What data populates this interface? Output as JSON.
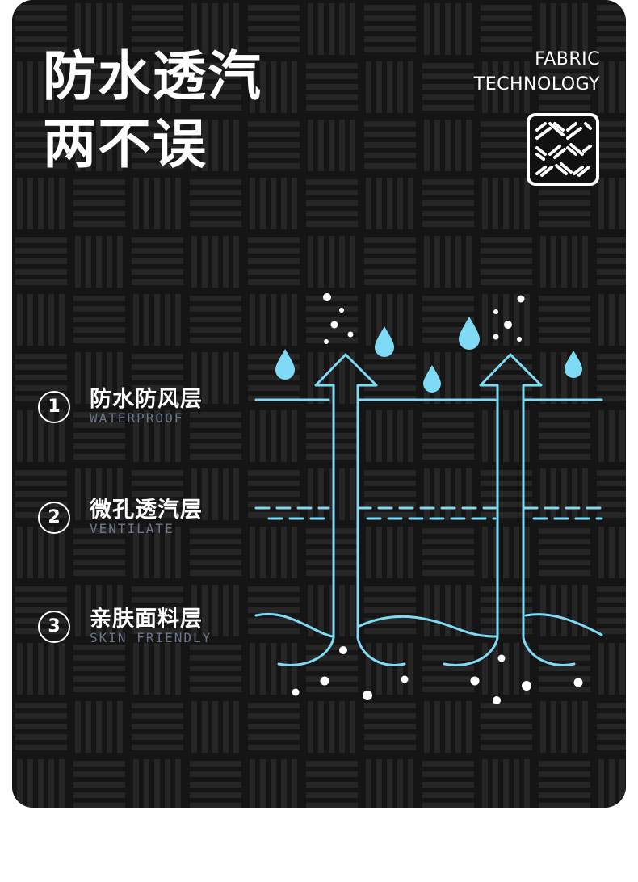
{
  "headline": {
    "line1": "防水透汽",
    "line2": "两不误"
  },
  "brand": {
    "line1": "FABRIC",
    "line2": "TECHNOLOGY"
  },
  "layers": [
    {
      "number": "1",
      "name": "防水防风层",
      "subtitle": "WATERPROOF"
    },
    {
      "number": "2",
      "name": "微孔透汽层",
      "subtitle": "VENTILATE"
    },
    {
      "number": "3",
      "name": "亲肤面料层",
      "subtitle": "SKIN FRIENDLY"
    }
  ],
  "colors": {
    "background": "#131313",
    "accent": "#7fdaf5",
    "text": "#ffffff",
    "subtitle": "#6d7789"
  },
  "icons": [
    "fabric-weave-icon",
    "water-drop-icon",
    "upward-arrow-icon"
  ]
}
